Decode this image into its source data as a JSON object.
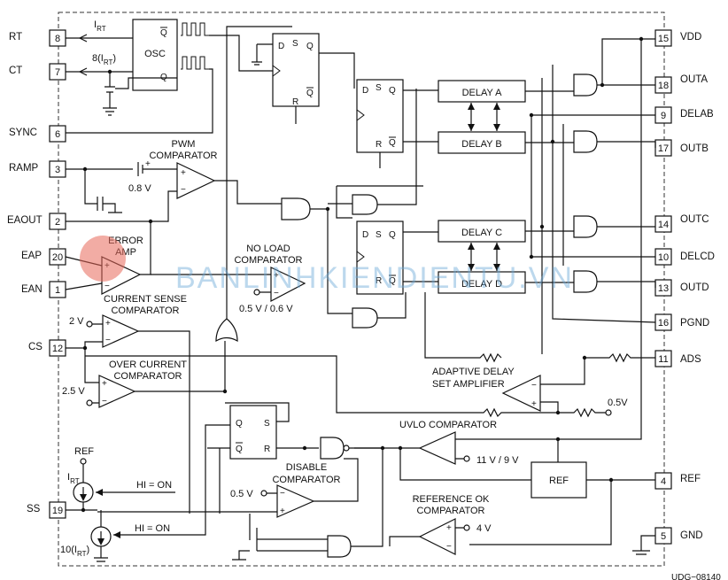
{
  "pins": {
    "left": [
      {
        "num": "8",
        "name": "RT"
      },
      {
        "num": "7",
        "name": "CT"
      },
      {
        "num": "6",
        "name": "SYNC"
      },
      {
        "num": "3",
        "name": "RAMP"
      },
      {
        "num": "2",
        "name": "EAOUT"
      },
      {
        "num": "20",
        "name": "EAP"
      },
      {
        "num": "1",
        "name": "EAN"
      },
      {
        "num": "12",
        "name": "CS"
      },
      {
        "num": "19",
        "name": "SS"
      }
    ],
    "right": [
      {
        "num": "15",
        "name": "VDD"
      },
      {
        "num": "18",
        "name": "OUTA"
      },
      {
        "num": "9",
        "name": "DELAB"
      },
      {
        "num": "17",
        "name": "OUTB"
      },
      {
        "num": "14",
        "name": "OUTC"
      },
      {
        "num": "10",
        "name": "DELCD"
      },
      {
        "num": "13",
        "name": "OUTD"
      },
      {
        "num": "16",
        "name": "PGND"
      },
      {
        "num": "11",
        "name": "ADS"
      },
      {
        "num": "4",
        "name": "REF"
      },
      {
        "num": "5",
        "name": "GND"
      }
    ]
  },
  "blocks": {
    "osc": "OSC",
    "delay_a": "DELAY A",
    "delay_b": "DELAY B",
    "delay_c": "DELAY C",
    "delay_d": "DELAY D",
    "ref": "REF"
  },
  "labels": {
    "irt_top": "I",
    "irt_top_sub": "RT",
    "irt_8": "8(I",
    "irt_8_sub": "RT",
    "irt_8_close": ")",
    "pwm_comp_1": "PWM",
    "pwm_comp_2": "COMPARATOR",
    "v_08": "0.8 V",
    "error_amp_1": "ERROR",
    "error_amp_2": "AMP",
    "no_load_1": "NO LOAD",
    "no_load_2": "COMPARATOR",
    "no_load_thr": "0.5 V / 0.6 V",
    "cs_comp_1": "CURRENT SENSE",
    "cs_comp_2": "COMPARATOR",
    "v_2": "2 V",
    "oc_comp_1": "OVER CURRENT",
    "oc_comp_2": "COMPARATOR",
    "v_25": "2.5 V",
    "adaptive_1": "ADAPTIVE DELAY",
    "adaptive_2": "SET AMPLIFIER",
    "v_05_right": "0.5V",
    "uvlo": "UVLO COMPARATOR",
    "uvlo_thr": "11 V / 9 V",
    "disable_1": "DISABLE",
    "disable_2": "COMPARATOR",
    "v_05_dis": "0.5 V",
    "refok_1": "REFERENCE OK",
    "refok_2": "COMPARATOR",
    "v_4": "4 V",
    "ref_src": "REF",
    "irt_ss": "I",
    "irt_ss_sub": "RT",
    "hi_on_1": "HI = ON",
    "hi_on_2": "HI = ON",
    "ten_irt": "10(I",
    "ten_irt_sub": "RT",
    "ten_irt_close": ")",
    "q": "Q",
    "qbar": "Q",
    "d": "D",
    "s": "S",
    "r": "R",
    "plus": "+",
    "minus": "−",
    "figure_id": "UDG−08140"
  },
  "watermark": "BANLINHKIENDIENTU.VN",
  "colors": {
    "watermark": "#6aa9d8",
    "logo_red": "#e8685a"
  }
}
